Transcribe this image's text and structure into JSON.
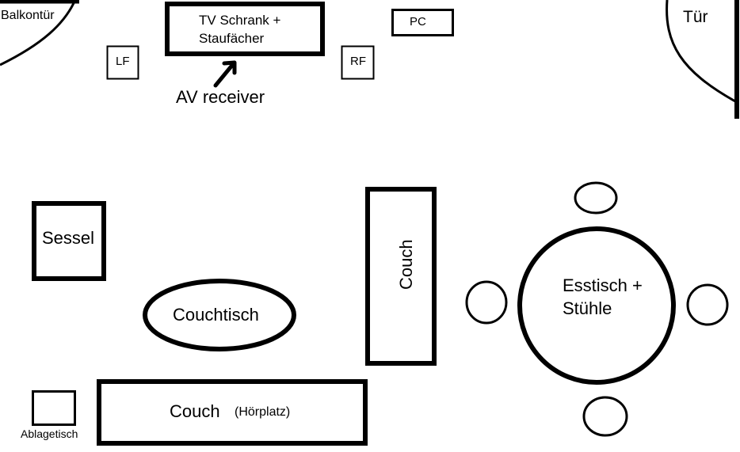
{
  "labels": {
    "balcony_door": "Balkontür",
    "door": "Tür",
    "tv_cabinet_line1": "TV Schrank +",
    "tv_cabinet_line2": "Staufächer",
    "av_receiver": "AV receiver",
    "pc": "PC",
    "left_speaker": "LF",
    "right_speaker": "RF",
    "armchair": "Sessel",
    "coffee_table": "Couchtisch",
    "couch_vertical": "Couch",
    "dining_line1": "Esstisch +",
    "dining_line2": "Stühle",
    "couch_bottom": "Couch",
    "listening_position": "(Hörplatz)",
    "side_table": "Ablagetisch"
  }
}
